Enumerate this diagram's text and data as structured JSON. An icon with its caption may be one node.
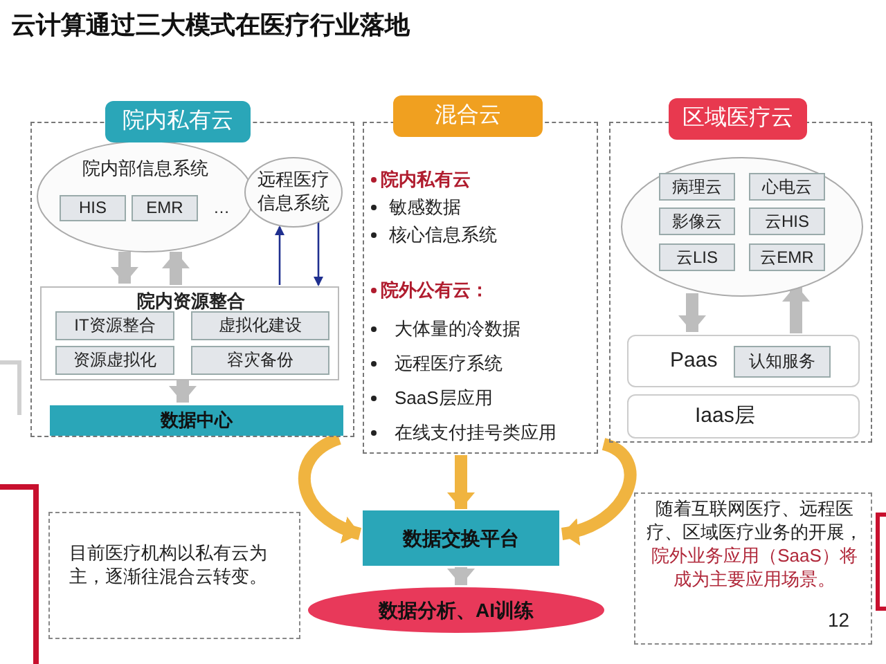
{
  "diagram": {
    "title": "云计算通过三大模式在医疗行业落地",
    "nodes": [
      {
        "text": [
          "院内私有云"
        ]
      },
      {
        "text": [
          "院内部信息系统",
          "…"
        ],
        "in": 0
      },
      {
        "text": [
          "HIS"
        ],
        "in": 1
      },
      {
        "text": [
          "EMR"
        ],
        "in": 1
      },
      {
        "text": [
          "远程医疗信息系统"
        ],
        "in": 0
      },
      {
        "text": [
          "院内资源整合"
        ],
        "in": 0
      },
      {
        "text": [
          "IT资源整合"
        ],
        "in": 5
      },
      {
        "text": [
          "虚拟化建设"
        ],
        "in": 5
      },
      {
        "text": [
          "资源虚拟化"
        ],
        "in": 5
      },
      {
        "text": [
          "容灾备份"
        ],
        "in": 5
      },
      {
        "text": [
          "数据中心"
        ],
        "in": 0
      },
      {
        "text": [
          "混合云",
          "院内私有云",
          "敏感数据",
          "核心信息系统",
          "院外公有云：",
          "大体量的冷数据",
          "远程医疗系统",
          "SaaS层应用",
          "在线支付挂号类应用"
        ]
      },
      {
        "text": [
          "区域医疗云"
        ]
      },
      {
        "text": [],
        "shape": "ellipse",
        "in": 12
      },
      {
        "text": [
          "病理云"
        ],
        "in": 13
      },
      {
        "text": [
          "心电云"
        ],
        "in": 13
      },
      {
        "text": [
          "影像云"
        ],
        "in": 13
      },
      {
        "text": [
          "云HIS"
        ],
        "in": 13
      },
      {
        "text": [
          "云LIS"
        ],
        "in": 13
      },
      {
        "text": [
          "云EMR"
        ],
        "in": 13
      },
      {
        "text": [
          "Paas"
        ],
        "in": 12
      },
      {
        "text": [
          "认知服务"
        ],
        "in": 20
      },
      {
        "text": [
          "Iaas层"
        ],
        "in": 12
      },
      {
        "text": [
          "数据交换平台"
        ]
      },
      {
        "text": [
          "数据分析、AI训练"
        ]
      },
      {
        "text": [
          "目前医疗机构以私有云为主，逐渐往混合云转变。"
        ]
      },
      {
        "text": [
          "随着互联网医疗、远程医疗、区域医疗业务的开展，",
          "院外业务应用（SaaS）将成为主要应用场景。"
        ]
      }
    ],
    "edges": [
      {
        "from": 1,
        "to": 5,
        "arrow": "to"
      },
      {
        "from": 5,
        "to": 1,
        "arrow": "to"
      },
      {
        "from": 5,
        "to": 4,
        "arrow": "to",
        "color": "#1f2f8f"
      },
      {
        "from": 4,
        "to": 5,
        "arrow": "to",
        "color": "#1f2f8f"
      },
      {
        "from": 5,
        "to": 10,
        "arrow": "to"
      },
      {
        "from": 13,
        "to": 20,
        "arrow": "to"
      },
      {
        "from": 20,
        "to": 13,
        "arrow": "to"
      },
      {
        "from": 0,
        "to": 23,
        "arrow": "to",
        "color": "#f0b440"
      },
      {
        "from": 11,
        "to": 23,
        "arrow": "to",
        "color": "#f0b440"
      },
      {
        "from": 12,
        "to": 23,
        "arrow": "to",
        "color": "#f0b440"
      },
      {
        "from": 23,
        "to": 24,
        "arrow": "to"
      }
    ],
    "labels": [
      "12"
    ]
  }
}
